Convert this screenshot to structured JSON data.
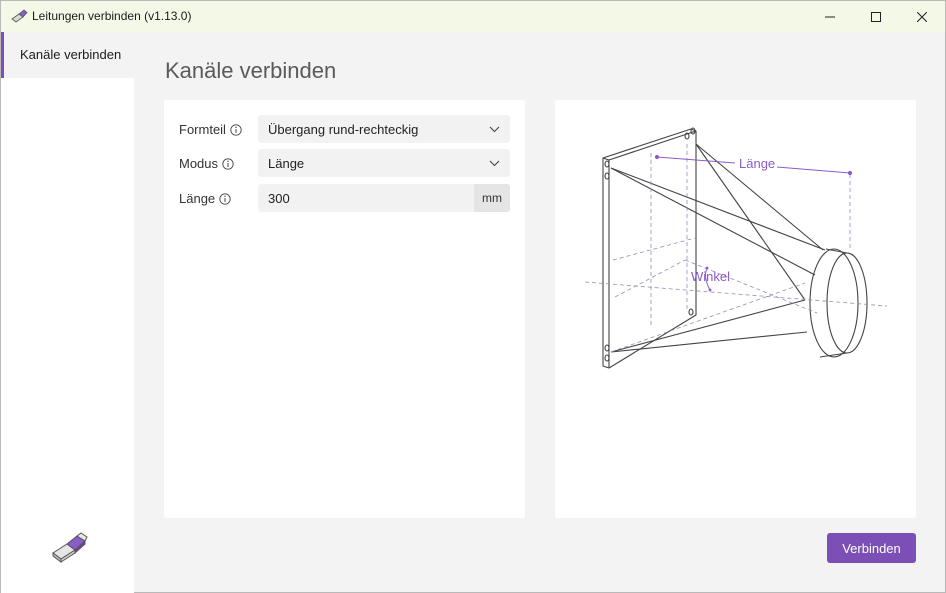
{
  "window": {
    "title": "Leitungen verbinden (v1.13.0)"
  },
  "sidebar": {
    "items": [
      {
        "label": "Kanäle verbinden",
        "selected": true
      }
    ]
  },
  "page": {
    "title": "Kanäle verbinden"
  },
  "form": {
    "formteil": {
      "label": "Formteil",
      "value": "Übergang rund-rechteckig"
    },
    "modus": {
      "label": "Modus",
      "value": "Länge"
    },
    "laenge": {
      "label": "Länge",
      "value": "300",
      "unit": "mm"
    }
  },
  "diagram": {
    "length_label": "Länge",
    "angle_label": "Winkel"
  },
  "actions": {
    "connect_label": "Verbinden"
  },
  "colors": {
    "accent": "#7b4fb5",
    "titlebar": "#f4f8e7"
  }
}
